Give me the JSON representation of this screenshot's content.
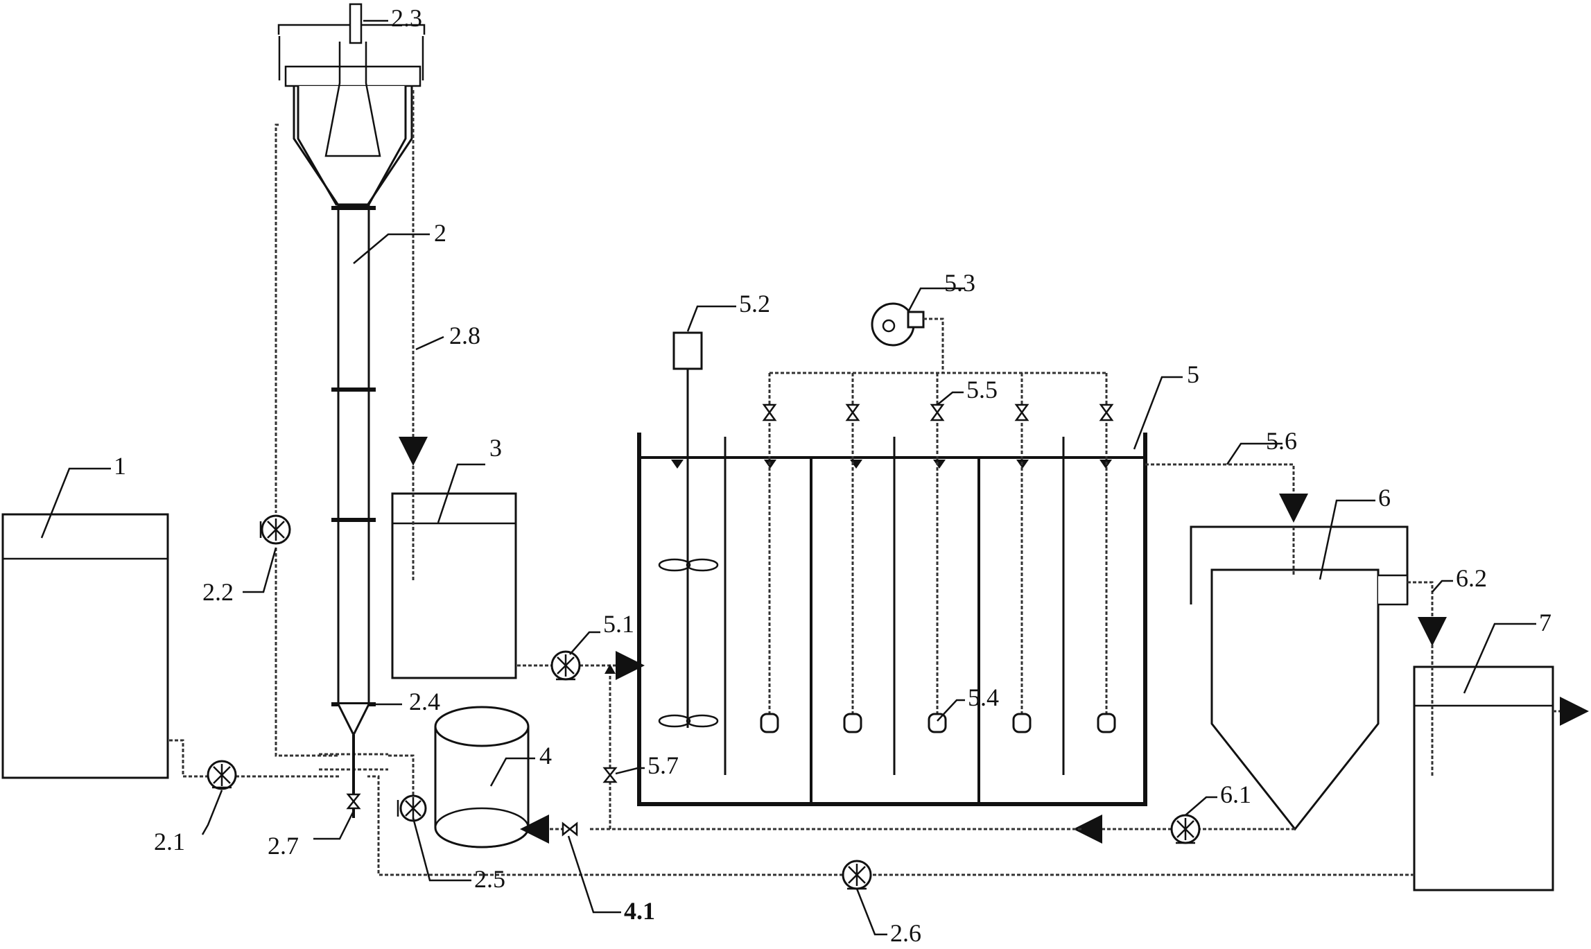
{
  "labels": {
    "l1": "1",
    "l2": "2",
    "l2_1": "2.1",
    "l2_2": "2.2",
    "l2_3": "2.3",
    "l2_4": "2.4",
    "l2_5": "2.5",
    "l2_6": "2.6",
    "l2_7": "2.7",
    "l2_8": "2.8",
    "l3": "3",
    "l4": "4",
    "l4_1": "4.1",
    "l5": "5",
    "l5_1": "5.1",
    "l5_2": "5.2",
    "l5_3": "5.3",
    "l5_4": "5.4",
    "l5_5": "5.5",
    "l5_6": "5.6",
    "l5_7": "5.7",
    "l6": "6",
    "l6_1": "6.1",
    "l6_2": "6.2",
    "l7": "7"
  }
}
